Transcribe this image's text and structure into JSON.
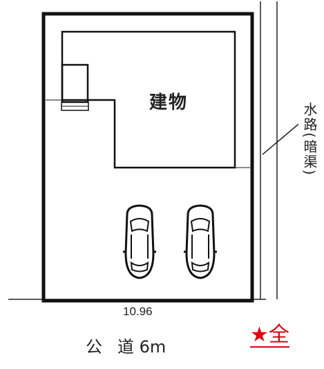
{
  "plan": {
    "building_label": "建物",
    "lot_width": "10.96",
    "road_prefix": "公",
    "road_suffix": "道 6m",
    "waterway_label": "水路(暗渠)",
    "promo_star": "★",
    "promo_text": "全",
    "colors": {
      "line": "#1a1a1a",
      "promo": "#e0000f"
    },
    "icons": [
      "car-icon",
      "car-icon"
    ]
  }
}
